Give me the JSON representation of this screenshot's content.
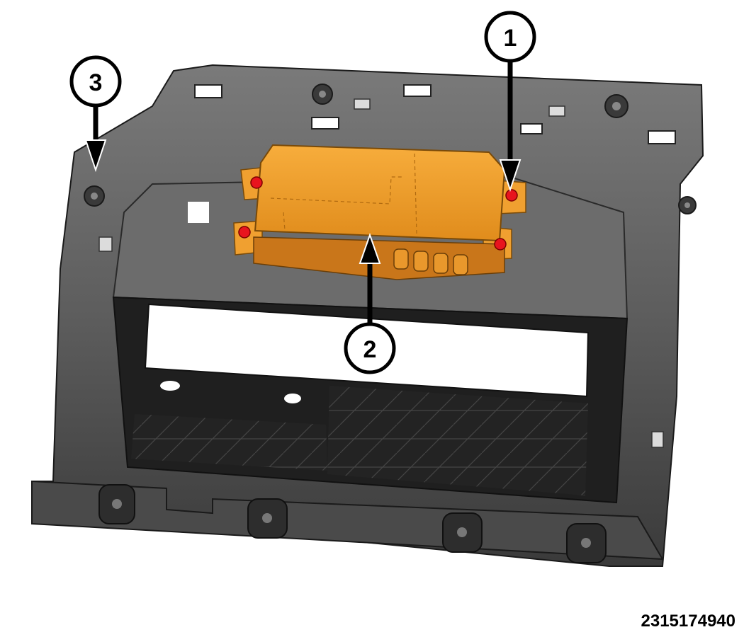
{
  "figure": {
    "figure_number": "2315174940",
    "colors": {
      "panel_dark": "#2b2b2b",
      "panel_mid": "#5a5a5a",
      "panel_light": "#8a8a8a",
      "module_orange": "#f0a030",
      "fastener_red": "#e8141e",
      "callout_stroke": "#000000"
    },
    "callouts": [
      {
        "id": "1",
        "label": "1",
        "target": "module-mounting-fastener"
      },
      {
        "id": "2",
        "label": "2",
        "target": "electronic-module"
      },
      {
        "id": "3",
        "label": "3",
        "target": "instrument-panel-bracket"
      }
    ]
  }
}
